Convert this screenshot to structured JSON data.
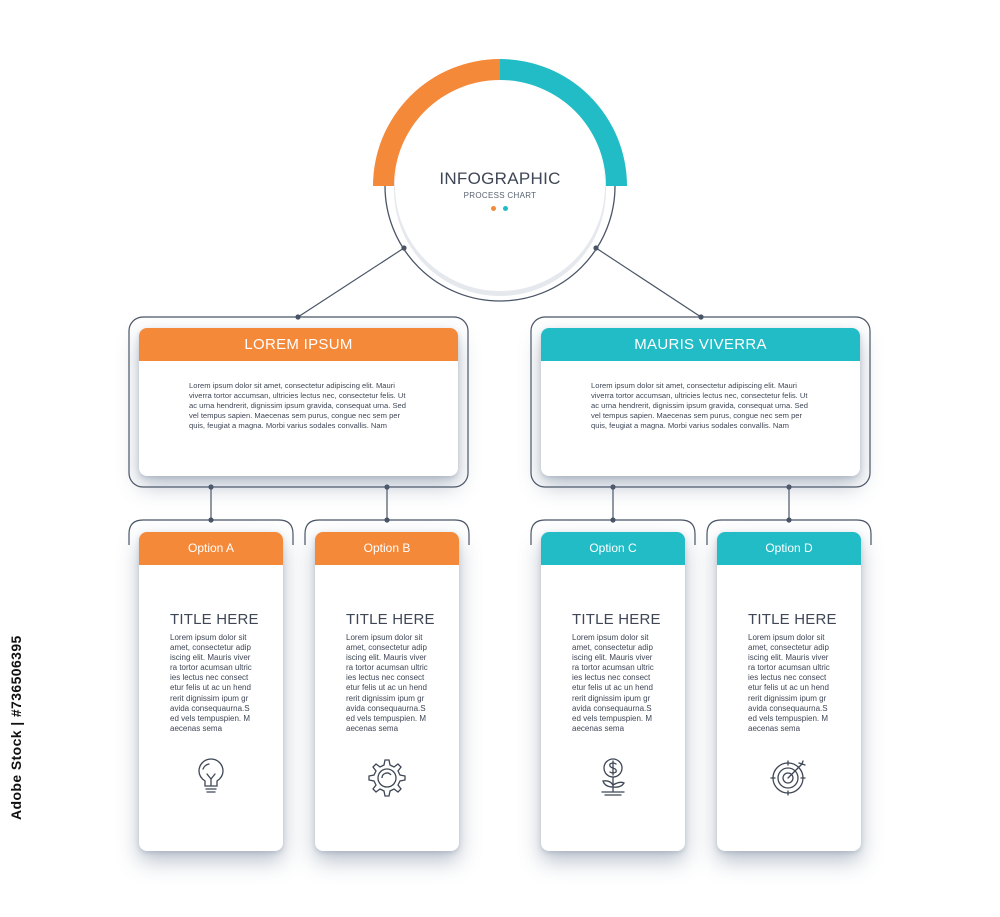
{
  "colors": {
    "orange": "#f5893a",
    "teal": "#22bcc6",
    "line": "#4a5566",
    "shadow": "#6d8299"
  },
  "circle": {
    "title": "INFOGRAPHIC",
    "subtitle": "PROCESS CHART"
  },
  "boxes": [
    {
      "title": "LOREM IPSUM",
      "color": "orange",
      "text": "Lorem ipsum dolor sit amet, consectetur adipiscing elit. Mauri viverra tortor accumsan, ultricies lectus nec, consectetur felis. Ut ac urna hendrerit, dignissim ipsum gravida, consequat urna. Sed vel tempus sapien. Maecenas sem purus, congue nec sem per quis, feugiat a magna. Morbi varius sodales convallis. Nam"
    },
    {
      "title": "MAURIS VIVERRA",
      "color": "teal",
      "text": "Lorem ipsum dolor sit amet, consectetur adipiscing elit. Mauri viverra tortor accumsan, ultricies lectus nec, consectetur felis. Ut ac urna hendrerit, dignissim ipsum gravida, consequat urna. Sed vel tempus sapien. Maecenas sem purus, congue nec sem per quis, feugiat a magna. Morbi varius sodales convallis. Nam"
    }
  ],
  "options": [
    {
      "label": "Option A",
      "color": "orange",
      "title": "TITLE HERE",
      "icon": "lightbulb-icon",
      "text": "Lorem ipsum dolor sit amet, consectetur adipiscing elit. Mauris viverra tortor acumsan ultricies lectus nec consectetur felis ut ac un hendrerit dignissim ipum gravida consequaurna.Sed vels tempuspien. Maecenas sema"
    },
    {
      "label": "Option B",
      "color": "orange",
      "title": "TITLE HERE",
      "icon": "gear-icon",
      "text": "Lorem ipsum dolor sit amet, consectetur adipiscing elit. Mauris viverra tortor acumsan ultricies lectus nec consectetur felis ut ac un hendrerit dignissim ipum gravida consequaurna.Sed vels tempuspien. Maecenas sema"
    },
    {
      "label": "Option C",
      "color": "teal",
      "title": "TITLE HERE",
      "icon": "money-plant-icon",
      "text": "Lorem ipsum dolor sit amet, consectetur adipiscing elit. Mauris viverra tortor acumsan ultricies lectus nec consectetur felis ut ac un hendrerit dignissim ipum gravida consequaurna.Sed vels tempuspien. Maecenas sema"
    },
    {
      "label": "Option D",
      "color": "teal",
      "title": "TITLE HERE",
      "icon": "target-icon",
      "text": "Lorem ipsum dolor sit amet, consectetur adipiscing elit. Mauris viverra tortor acumsan ultricies lectus nec consectetur felis ut ac un hendrerit dignissim ipum gravida consequaurna.Sed vels tempuspien. Maecenas sema"
    }
  ],
  "watermark": "Adobe Stock | #736506395"
}
